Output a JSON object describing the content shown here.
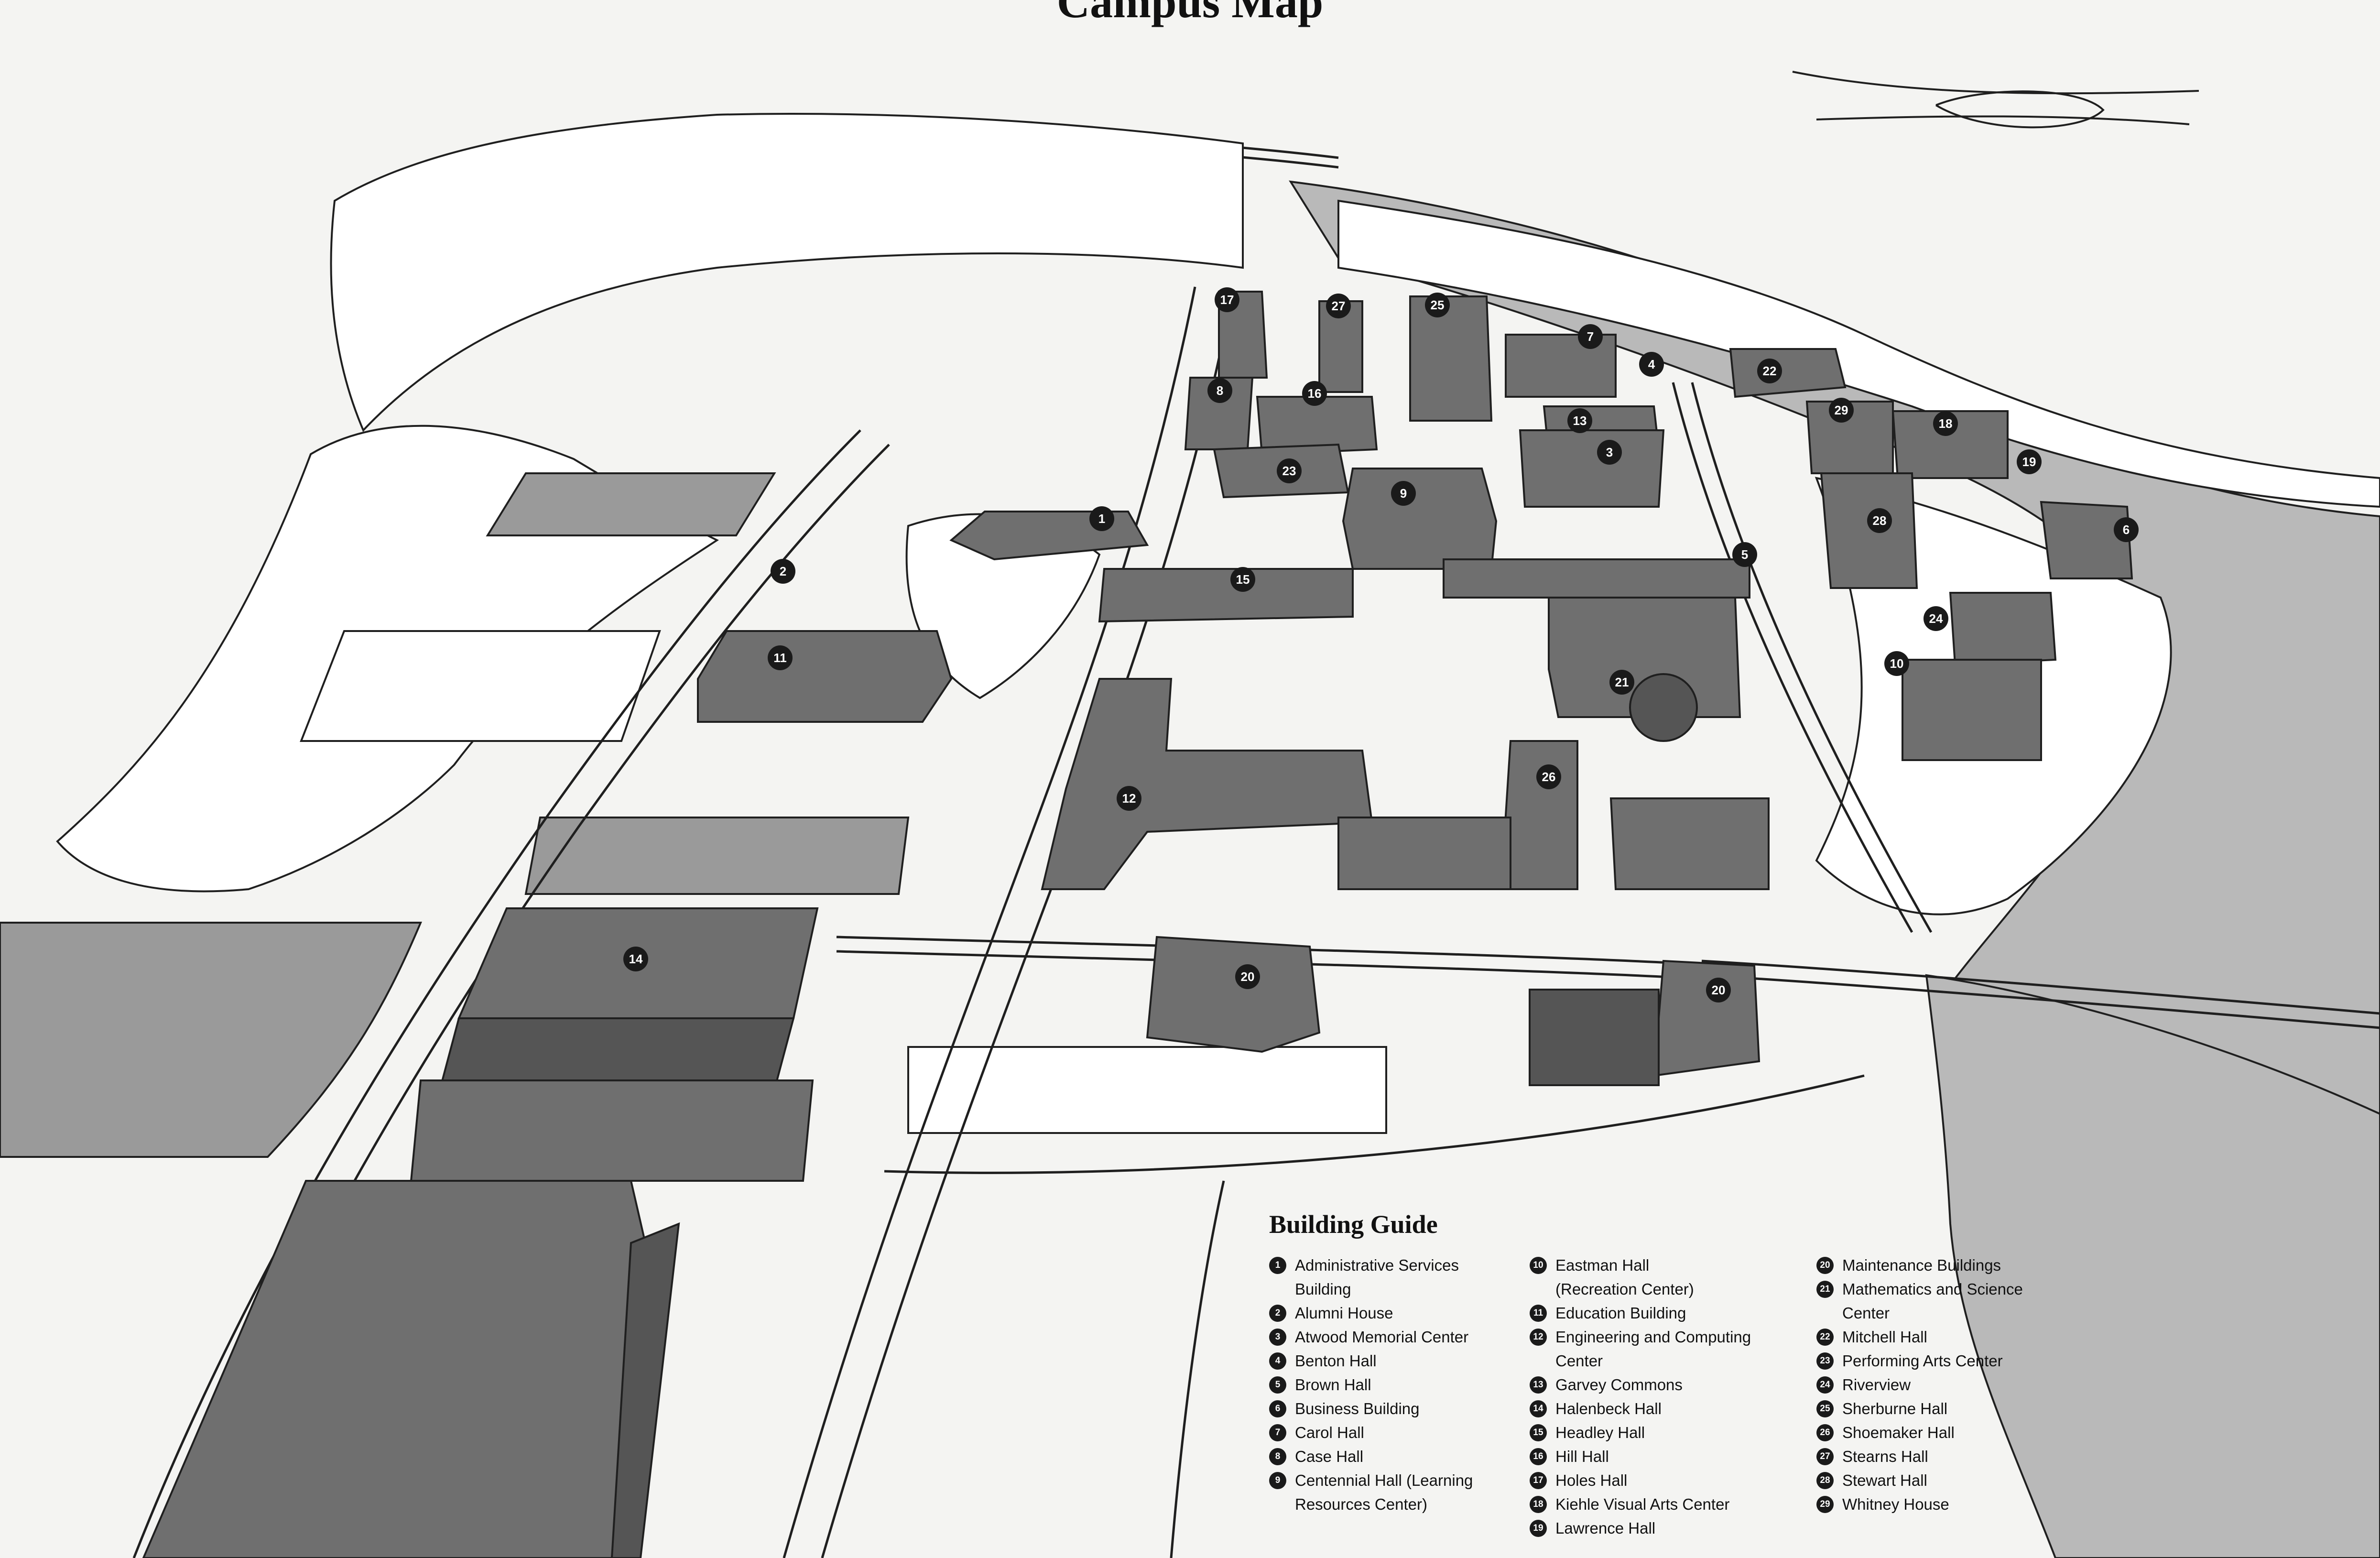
{
  "title": "Campus Map",
  "guide_title": "Building Guide",
  "colors": {
    "paper": "#f4f4f2",
    "river": "#b9b9b9",
    "building": "#6f6f6f",
    "building_dark": "#555555",
    "field": "#9a9a9a",
    "marker": "#1a1a1a",
    "line": "#1f1f1f"
  },
  "guide": {
    "col1": [
      {
        "num": "1",
        "name": "Administrative Services\nBuilding"
      },
      {
        "num": "2",
        "name": "Alumni House"
      },
      {
        "num": "3",
        "name": "Atwood Memorial Center"
      },
      {
        "num": "4",
        "name": "Benton Hall"
      },
      {
        "num": "5",
        "name": "Brown Hall"
      },
      {
        "num": "6",
        "name": "Business Building"
      },
      {
        "num": "7",
        "name": "Carol Hall"
      },
      {
        "num": "8",
        "name": "Case Hall"
      },
      {
        "num": "9",
        "name": "Centennial Hall (Learning\nResources Center)"
      }
    ],
    "col2": [
      {
        "num": "10",
        "name": "Eastman Hall\n(Recreation Center)"
      },
      {
        "num": "11",
        "name": "Education Building"
      },
      {
        "num": "12",
        "name": "Engineering and Computing\nCenter"
      },
      {
        "num": "13",
        "name": "Garvey Commons"
      },
      {
        "num": "14",
        "name": "Halenbeck Hall"
      },
      {
        "num": "15",
        "name": "Headley Hall"
      },
      {
        "num": "16",
        "name": "Hill Hall"
      },
      {
        "num": "17",
        "name": "Holes Hall"
      },
      {
        "num": "18",
        "name": "Kiehle Visual Arts Center"
      },
      {
        "num": "19",
        "name": "Lawrence Hall"
      }
    ],
    "col3": [
      {
        "num": "20",
        "name": "Maintenance Buildings"
      },
      {
        "num": "21",
        "name": "Mathematics and Science\nCenter"
      },
      {
        "num": "22",
        "name": "Mitchell Hall"
      },
      {
        "num": "23",
        "name": "Performing Arts Center"
      },
      {
        "num": "24",
        "name": "Riverview"
      },
      {
        "num": "25",
        "name": "Sherburne Hall"
      },
      {
        "num": "26",
        "name": "Shoemaker Hall"
      },
      {
        "num": "27",
        "name": "Stearns Hall"
      },
      {
        "num": "28",
        "name": "Stewart Hall"
      },
      {
        "num": "29",
        "name": "Whitney House"
      }
    ]
  },
  "markers": [
    "1",
    "2",
    "3",
    "4",
    "5",
    "6",
    "7",
    "8",
    "9",
    "10",
    "11",
    "12",
    "13",
    "14",
    "15",
    "16",
    "17",
    "18",
    "19",
    "20",
    "20",
    "21",
    "22",
    "23",
    "24",
    "25",
    "26",
    "27",
    "28",
    "29"
  ]
}
